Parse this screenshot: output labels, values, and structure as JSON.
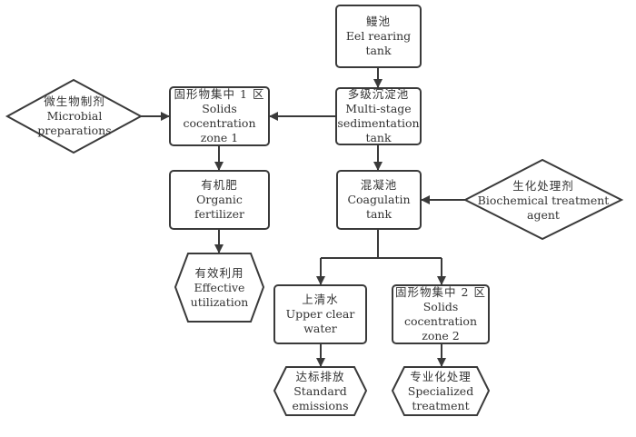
{
  "nodes": {
    "eel_tank": {
      "zh": "鳗池",
      "en1": "Eel rearing",
      "en2": "tank",
      "en3": ""
    },
    "sedimentation": {
      "zh": "多级沉淀池",
      "en1": "Multi-stage",
      "en2": "sedimentation",
      "en3": "tank"
    },
    "solids_zone1": {
      "zh": "固形物集中 1 区",
      "en1": "Solids",
      "en2": "cocentration",
      "en3": "zone 1"
    },
    "microbial": {
      "zh": "微生物制剂",
      "en1": "Microbial",
      "en2": "preparations",
      "en3": ""
    },
    "organic_fertilizer": {
      "zh": "有机肥",
      "en1": "Organic",
      "en2": "fertilizer",
      "en3": ""
    },
    "effective_utilization": {
      "zh": "有效利用",
      "en1": "Effective",
      "en2": "utilization",
      "en3": ""
    },
    "coagulation": {
      "zh": "混凝池",
      "en1": "Coagulatin",
      "en2": "tank",
      "en3": ""
    },
    "biochemical": {
      "zh": "生化处理剂",
      "en1": "Biochemical treatment",
      "en2": "agent",
      "en3": ""
    },
    "upper_water": {
      "zh": "上清水",
      "en1": "Upper clear",
      "en2": "water",
      "en3": ""
    },
    "solids_zone2": {
      "zh": "固形物集中 2 区",
      "en1": "Solids",
      "en2": "cocentration",
      "en3": "zone 2"
    },
    "standard_emissions": {
      "zh": "达标排放",
      "en1": "Standard",
      "en2": "emissions",
      "en3": ""
    },
    "specialized": {
      "zh": "专业化处理",
      "en1": "Specialized",
      "en2": "treatment",
      "en3": ""
    }
  },
  "colors": {
    "stroke": "#3a3a3a",
    "text": "#333333",
    "background": "#ffffff"
  }
}
